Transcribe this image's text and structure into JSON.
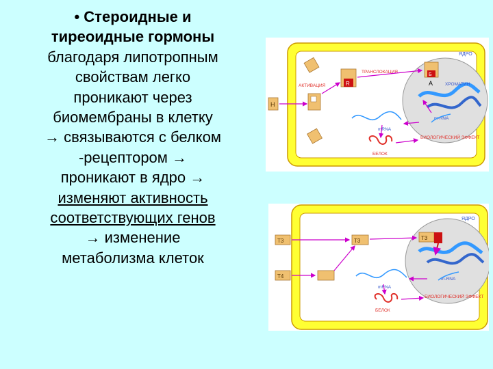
{
  "text": {
    "bullet_char": "•",
    "lines": [
      "Стероидные и",
      "тиреоидные гормоны",
      "благодаря липотропным",
      "свойствам легко",
      "проникают через",
      "биомембраны в клетку",
      "→ связываются с белком",
      "-рецептором →",
      "проникают в ядро →",
      "изменяют активность",
      "соответствующих генов",
      "→ изменение",
      "метаболизма клеток"
    ]
  },
  "fig1": {
    "nucleus_label": "ЯДРО",
    "chromatin_label": "ХРОМАТИН",
    "translocation_label": "ТРАНСЛОКАЦИЯ",
    "activation_label": "АКТИВАЦИЯ",
    "mrna_nuc_label": "m-RNA",
    "mrna_cyto_label": "mRNA",
    "protein_label": "БЕЛОК",
    "effect_label": "БИОЛОГИЧЕСКИЙ ЭФФЕКТ",
    "letter_a": "А",
    "letter_b": "Б",
    "letter_r": "R",
    "letter_h": "H"
  },
  "fig2": {
    "nucleus_label": "ЯДРО",
    "t3_label": "T3",
    "t4_label": "T4",
    "mrna_nuc_label": "m-RNA",
    "mrna_cyto_label": "mRNA",
    "protein_label": "БЕЛОК",
    "effect_label": "БИОЛОГИЧЕСКИЙ ЭФФЕКТ"
  },
  "colors": {
    "background": "#ccffff",
    "cell_wall": "#ffff33",
    "cell_border": "#cc9900",
    "arrow": "#cc00cc",
    "label_red": "#e0302a",
    "label_blue": "#3355cc",
    "hormone_box": "#f0c070",
    "receptor_red": "#cc1111",
    "nucleus": "#e0e0e0"
  }
}
